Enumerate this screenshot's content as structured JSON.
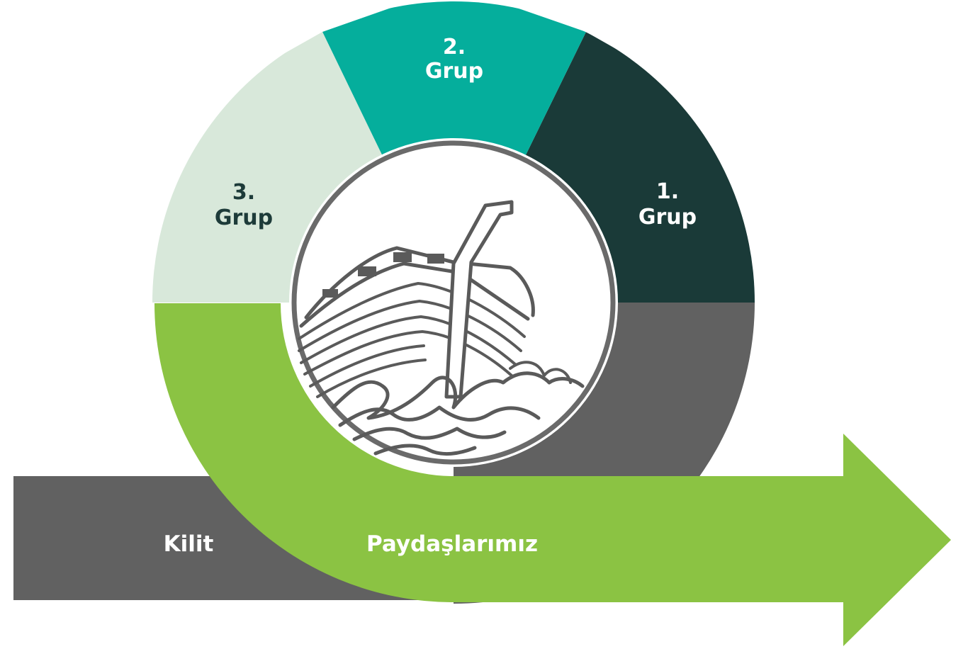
{
  "segments": [
    {
      "number": "1.",
      "word": "Grup",
      "color": "#1a3a38",
      "text_color": "#ffffff"
    },
    {
      "number": "2.",
      "word": "Grup",
      "color": "#05ae9c",
      "text_color": "#ffffff"
    },
    {
      "number": "3.",
      "word": "Grup",
      "color": "#d8e8da",
      "text_color": "#1d3b39"
    }
  ],
  "arrow": {
    "left_label": "Kilit",
    "right_label": "Paydaşlarımız",
    "dark_color": "#616161",
    "green_color": "#8bc343"
  },
  "center_icon": "boat-in-waves-icon"
}
